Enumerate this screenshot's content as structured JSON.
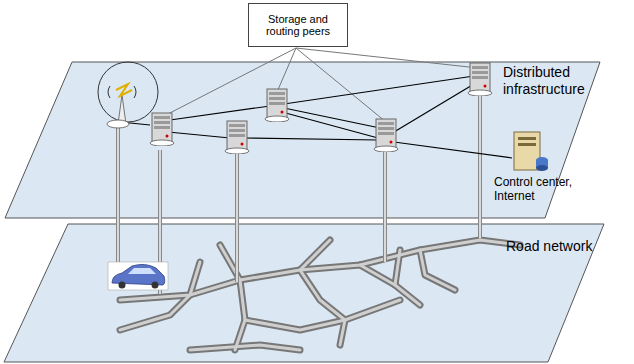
{
  "diagram": {
    "nodes": [
      {
        "text": [
          "Storage and routing peers"
        ]
      }
    ],
    "labels": [
      "Distributed infrastructure",
      "Control center, Internet",
      "Road network"
    ]
  }
}
